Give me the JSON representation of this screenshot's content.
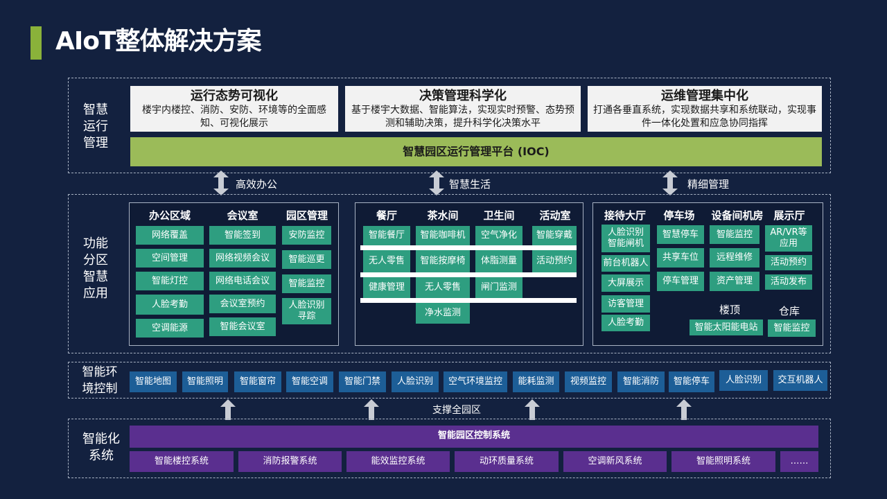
{
  "title": "AIoT整体解决方案",
  "colors": {
    "background": "#13213f",
    "accent_green": "#8ab23a",
    "teal": "#2e9e80",
    "blue": "#1d5e97",
    "purple": "#5a2f8f",
    "ioc_green": "#9bbb59"
  },
  "smart_ops": {
    "label": "智慧\n运行\n管理",
    "cards": [
      {
        "title": "运行态势可视化",
        "desc": "楼宇内楼控、消防、安防、环境等的全面感知、可视化展示"
      },
      {
        "title": "决策管理科学化",
        "desc": "基于楼宇大数据、智能算法，实现实时预警、态势预测和辅助决策，提升科学化决策水平"
      },
      {
        "title": "运维管理集中化",
        "desc": "打通各垂直系统，实现数据共享和系统联动，实现事件一体化处置和应急协同指挥"
      }
    ],
    "platform": "智慧园区运行管理平台 (IOC)"
  },
  "arrows_top": [
    "高效办公",
    "智慧生活",
    "精细管理"
  ],
  "func": {
    "label": "功能\n分区\n智慧\n应用",
    "office": {
      "heads": [
        "办公区域",
        "会议室",
        "园区管理"
      ],
      "col1": [
        "网络覆盖",
        "空间管理",
        "智能灯控",
        "人脸考勤",
        "空调能源"
      ],
      "col2": [
        "智能签到",
        "网络视频会议",
        "网络电话会议",
        "会议室预约",
        "智能会议室"
      ],
      "col3": [
        "安防监控",
        "智能巡更",
        "智能监控",
        "人脸识别寻踪"
      ]
    },
    "life": {
      "heads": [
        "餐厅",
        "茶水间",
        "卫生间",
        "活动室"
      ],
      "col1": [
        "智能餐厅",
        "无人零售",
        "健康管理"
      ],
      "col2": [
        "智能咖啡机",
        "智能按摩椅",
        "无人零售",
        "净水监测"
      ],
      "col3": [
        "空气净化",
        "体脂测量",
        "闸门监测"
      ],
      "col4": [
        "智能穿戴",
        "活动预约"
      ]
    },
    "mgmt": {
      "heads": [
        "接待大厅",
        "停车场",
        "设备间机房",
        "展示厅"
      ],
      "col1": [
        "人脸识别智能闸机",
        "前台机器人",
        "大屏展示",
        "访客管理",
        "人脸考勤"
      ],
      "col2": [
        "智慧停车",
        "共享车位",
        "停车管理"
      ],
      "col3": [
        "智能监控",
        "远程维修",
        "资产管理"
      ],
      "col4": [
        "AR/VR等应用",
        "活动预约",
        "活动发布"
      ],
      "roof_label": "楼顶",
      "roof_item": "智能太阳能电站",
      "store_label": "仓库",
      "store_item": "智能监控"
    }
  },
  "env": {
    "label": "智能环\n境控制",
    "items": [
      "智能地图",
      "智能照明",
      "智能窗帘",
      "智能空调",
      "智能门禁",
      "人脸识别",
      "空气环境监控",
      "能耗监测",
      "视频监控",
      "智能消防",
      "智能停车",
      "人脸识别",
      "交互机器人"
    ]
  },
  "support_label": "支撑全园区",
  "systems": {
    "label": "智能化\n系统",
    "platform": "智能园区控制系统",
    "items": [
      "智能楼控系统",
      "消防报警系统",
      "能效监控系统",
      "动环质量系统",
      "空调新风系统",
      "智能照明系统",
      "……"
    ]
  }
}
